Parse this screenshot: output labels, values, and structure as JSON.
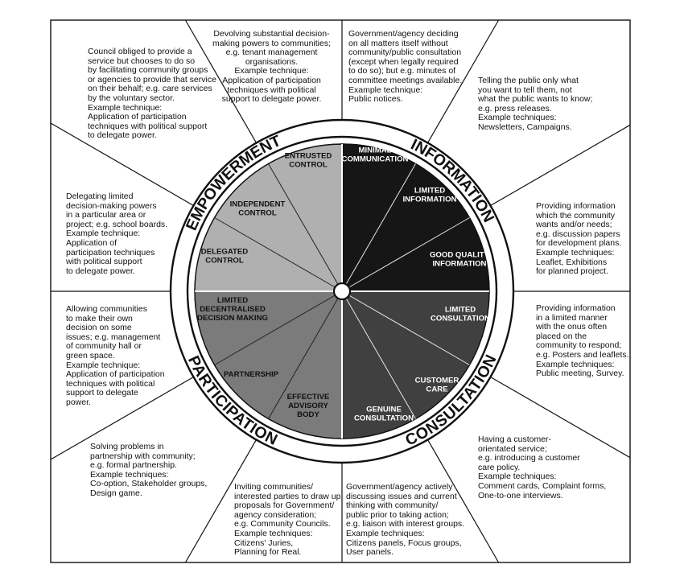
{
  "quadrants": [
    {
      "name": "EMPOWERMENT",
      "color": "#b0b0b0",
      "text_color": "#111111"
    },
    {
      "name": "INFORMATION",
      "color": "#161616",
      "text_color": "#ffffff"
    },
    {
      "name": "CONSULTATION",
      "color": "#404040",
      "text_color": "#ffffff"
    },
    {
      "name": "PARTICIPATION",
      "color": "#7b7b7b",
      "text_color": "#111111"
    }
  ],
  "segments": [
    {
      "label": [
        "MINIMAL",
        "COMMUNICATION"
      ],
      "quadrant": 1
    },
    {
      "label": [
        "LIMITED",
        "INFORMATION"
      ],
      "quadrant": 1
    },
    {
      "label": [
        "GOOD QUALITY",
        "INFORMATION"
      ],
      "quadrant": 1
    },
    {
      "label": [
        "LIMITED",
        "CONSULTATION"
      ],
      "quadrant": 2
    },
    {
      "label": [
        "CUSTOMER",
        "CARE"
      ],
      "quadrant": 2
    },
    {
      "label": [
        "GENUINE",
        "CONSULTATION"
      ],
      "quadrant": 2
    },
    {
      "label": [
        "EFFECTIVE",
        "ADVISORY",
        "BODY"
      ],
      "quadrant": 3
    },
    {
      "label": [
        "PARTNERSHIP"
      ],
      "quadrant": 3
    },
    {
      "label": [
        "LIMITED",
        "DECENTRALISED",
        "DECISION MAKING"
      ],
      "quadrant": 3
    },
    {
      "label": [
        "DELEGATED",
        "CONTROL"
      ],
      "quadrant": 0
    },
    {
      "label": [
        "INDEPENDENT",
        "CONTROL"
      ],
      "quadrant": 0
    },
    {
      "label": [
        "ENTRUSTED",
        "CONTROL"
      ],
      "quadrant": 0
    }
  ],
  "descriptions": {
    "d_minimal": "Government/agency deciding\non all matters itself without\ncommunity/public consultation\n(except when legally required\nto do so); but e.g. minutes of\ncommittee meetings available.\nExample technique:\nPublic notices.",
    "d_limited_info": "Telling the public only what\nyou want to tell them, not\nwhat the public wants to know;\ne.g. press releases.\nExample techniques:\nNewsletters, Campaigns.",
    "d_good_info": "Providing information\nwhich the community\nwants and/or needs;\ne.g. discussion papers\nfor development plans.\nExample techniques:\nLeaflet, Exhibitions\nfor planned project.",
    "d_limited_consult": "Providing information\nin a limited manner\nwith the onus often\nplaced on the\ncommunity to respond;\ne.g. Posters and leaflets.\nExample techniques:\nPublic meeting, Survey.",
    "d_customer_care": "Having a customer-\norientated service;\ne.g. introducing a customer\ncare policy.\nExample techniques:\nComment cards, Complaint forms,\nOne-to-one interviews.",
    "d_genuine": "Government/agency actively\ndiscussing issues and current\nthinking with community/\npublic prior to taking action;\ne.g. liaison with interest groups.\nExample techniques:\nCitizens panels, Focus groups,\nUser panels.",
    "d_advisory": "Inviting communities/\ninterested parties to draw up\nproposals for Government/\nagency consideration;\ne.g. Community Councils.\nExample techniques:\nCitizens' Juries,\nPlanning for Real.",
    "d_partnership": "Solving problems in\npartnership with community;\ne.g. formal partnership.\nExample techniques:\nCo-option, Stakeholder groups,\nDesign game.",
    "d_decentralised": "Allowing communities\nto make their own\ndecision on some\nissues; e.g. management\nof community hall or\ngreen space.\nExample technique:\nApplication of participation\ntechniques with political\nsupport to delegate\npower.",
    "d_delegated": "Delegating limited\ndecision-making powers\nin a particular area or\nproject; e.g. school boards.\nExample technique:\nApplication of\nparticipation techniques\nwith political support\nto delegate power.",
    "d_independent": "Council obliged to provide a\nservice but chooses to do so\nby facilitating community groups\nor agencies to provide that service\non their behalf; e.g. care services\nby the voluntary sector.\nExample technique:\nApplication of participation\ntechniques with political support\nto delegate power.",
    "d_entrusted": "Devolving substantial decision-\nmaking powers to communities;\ne.g. tenant management\norganisations.\nExample technique:\nApplication of participation\ntechniques with political\nsupport to delegate power."
  }
}
